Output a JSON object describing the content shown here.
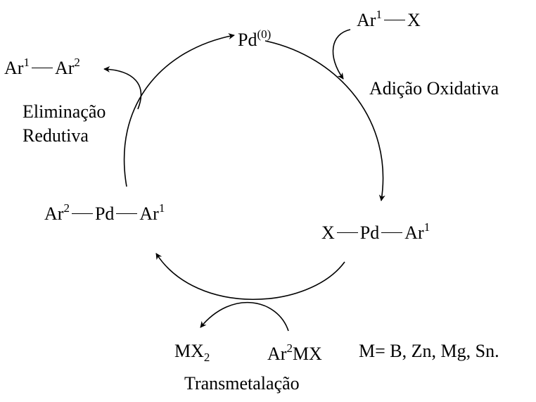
{
  "catalyst": {
    "base": "Pd",
    "sup": "(0)"
  },
  "reactant": {
    "a": "Ar",
    "a_sup": "1",
    "b": "X"
  },
  "step_oxidative": "Adição Oxidativa",
  "intermediate_right": {
    "left": "X",
    "mid": "Pd",
    "right": "Ar",
    "right_sup": "1"
  },
  "step_transmetal": "Transmetalação",
  "byproduct": {
    "base": "MX",
    "sub": "2"
  },
  "reagent": {
    "a": "Ar",
    "a_sup": "2",
    "b": "MX"
  },
  "metal_note": "M= B, Zn, Mg, Sn.",
  "intermediate_left": {
    "left": "Ar",
    "left_sup": "2",
    "mid": "Pd",
    "right": "Ar",
    "right_sup": "1"
  },
  "step_reductive": {
    "line1": "Eliminação",
    "line2": "Redutiva"
  },
  "product": {
    "a": "Ar",
    "a_sup": "1",
    "b": "Ar",
    "b_sup": "2"
  }
}
